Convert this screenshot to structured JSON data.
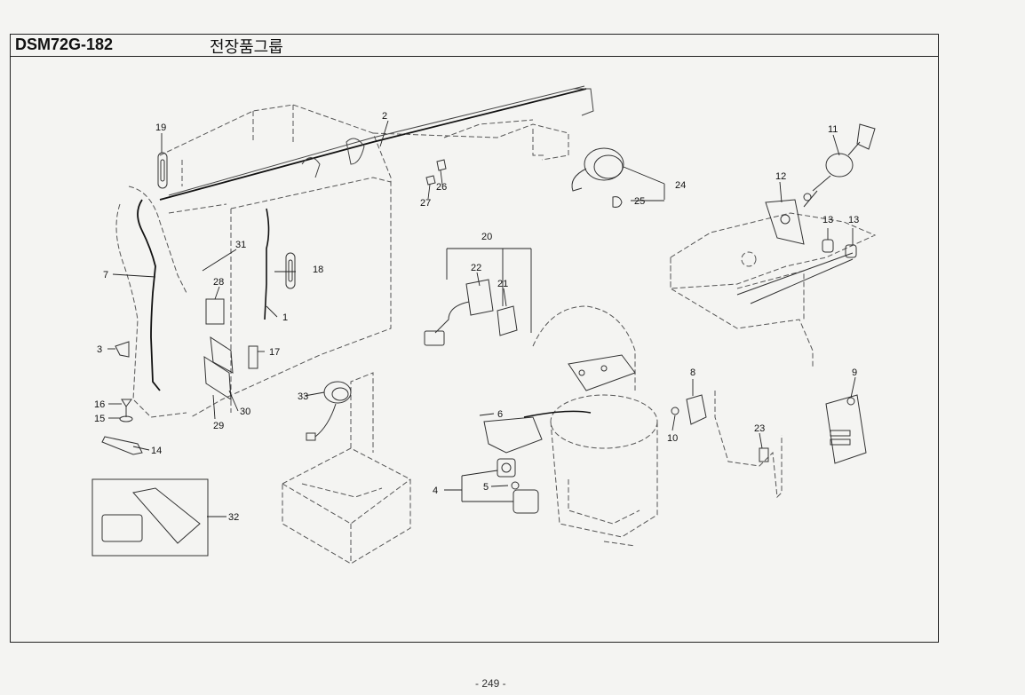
{
  "header": {
    "code": "DSM72G-182",
    "title": "전장품그룹"
  },
  "callouts": {
    "c1": "1",
    "c2": "2",
    "c3": "3",
    "c4": "4",
    "c5": "5",
    "c6": "6",
    "c7": "7",
    "c8": "8",
    "c9": "9",
    "c10": "10",
    "c11": "11",
    "c12": "12",
    "c13a": "13",
    "c13b": "13",
    "c14": "14",
    "c15": "15",
    "c16": "16",
    "c17": "17",
    "c18": "18",
    "c19": "19",
    "c20": "20",
    "c21": "21",
    "c22": "22",
    "c23": "23",
    "c24": "24",
    "c25": "25",
    "c26": "26",
    "c27": "27",
    "c28": "28",
    "c29": "29",
    "c30": "30",
    "c31": "31",
    "c32": "32",
    "c33": "33"
  },
  "footer": {
    "page": "- 249 -"
  }
}
